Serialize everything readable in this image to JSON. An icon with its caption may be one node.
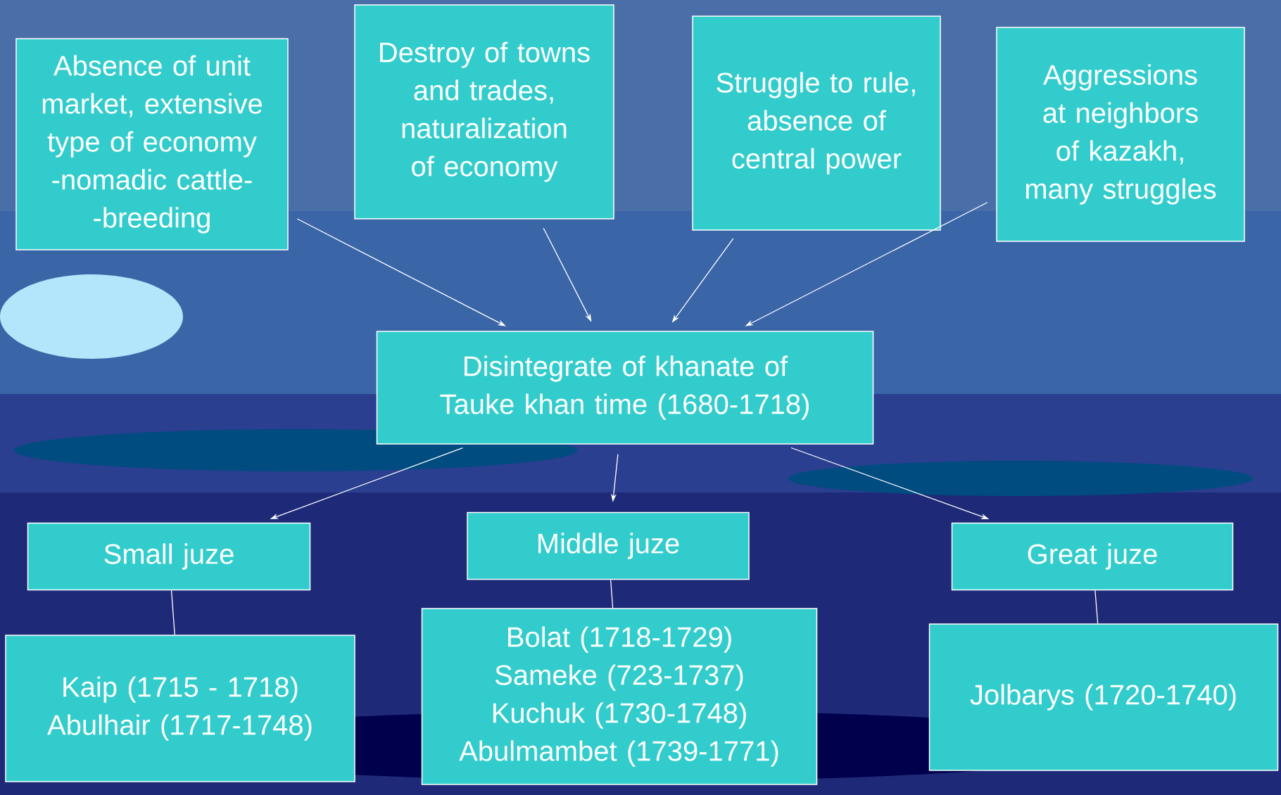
{
  "diagram": {
    "nodes": [
      {
        "text": [
          "Absence of unit market, extensive type of economy -nomadic cattle- -breeding"
        ]
      },
      {
        "text": [
          "Destroy of towns and trades, naturalization of economy"
        ]
      },
      {
        "text": [
          "Struggle to rule, absence of central power"
        ]
      },
      {
        "text": [
          "Aggressions at neighbors of kazakh, many struggles"
        ]
      },
      {
        "text": [
          "Disintegrate of khanate of Tauke khan time (1680-1718)"
        ]
      },
      {
        "text": [
          "Small juze"
        ]
      },
      {
        "text": [
          "Middle juze"
        ]
      },
      {
        "text": [
          "Great juze"
        ]
      },
      {
        "text": [
          "Kaip (1715 - 1718) Abulhair (1717-1748)"
        ]
      },
      {
        "text": [
          "Bolat (1718-1729) Sameke (723-1737) Kuchuk (1730-1748) Abulmambet (1739-1771)"
        ]
      },
      {
        "text": [
          "Jolbarys (1720-1740)"
        ]
      }
    ],
    "edges": [
      {
        "from": 0,
        "to": 4,
        "arrow": "to"
      },
      {
        "from": 1,
        "to": 4,
        "arrow": "to"
      },
      {
        "from": 2,
        "to": 4,
        "arrow": "to"
      },
      {
        "from": 3,
        "to": 4,
        "arrow": "to"
      },
      {
        "from": 4,
        "to": 5,
        "arrow": "to"
      },
      {
        "from": 4,
        "to": 6,
        "arrow": "to"
      },
      {
        "from": 4,
        "to": 7,
        "arrow": "to"
      },
      {
        "from": 5,
        "to": 8,
        "arrow": "none"
      },
      {
        "from": 6,
        "to": 9,
        "arrow": "none"
      },
      {
        "from": 7,
        "to": 10,
        "arrow": "none"
      }
    ]
  }
}
